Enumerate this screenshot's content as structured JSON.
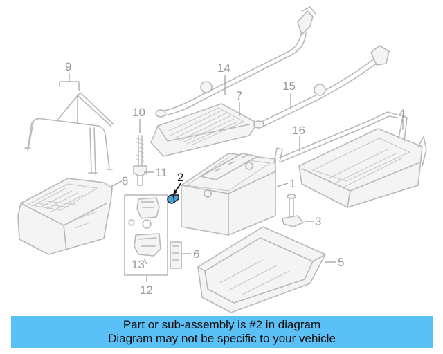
{
  "diagram": {
    "callouts": {
      "c1": "1",
      "c2": "2",
      "c3": "3",
      "c4": "4",
      "c5": "5",
      "c6": "6",
      "c7": "7",
      "c8": "8",
      "c9": "9",
      "c10": "10",
      "c11": "11",
      "c12": "12",
      "c13": "13",
      "c14": "14",
      "c15": "15",
      "c16": "16"
    },
    "highlighted_callout": "2",
    "highlight_color": "#4aa3d8"
  },
  "banner": {
    "line1": "Part or sub-assembly is #2 in diagram",
    "line2": "Diagram may not be specific to your vehicle",
    "background": "#5bc0f5"
  }
}
